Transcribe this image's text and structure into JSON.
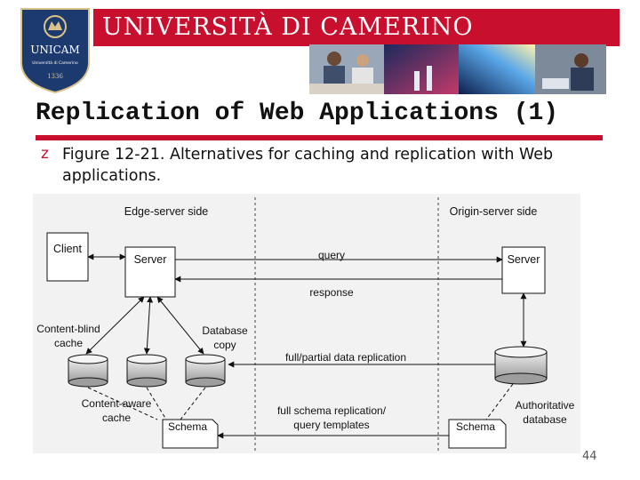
{
  "header": {
    "title": "UNIVERSITÀ DI CAMERINO",
    "logo_text": "UNICAM",
    "logo_subtext": "Università di Camerino",
    "logo_year": "1336",
    "accent_color": "#c8102e",
    "logo_color": "#1d3a6e"
  },
  "slide": {
    "title": "Replication of Web Applications (1)",
    "bullet_icon": "z-bullet-icon",
    "bullet_text": "Figure 12-21. Alternatives for caching and replication with Web applications.",
    "page_number": "44"
  },
  "figure": {
    "edge_side_label": "Edge-server side",
    "origin_side_label": "Origin-server side",
    "client_label": "Client",
    "edge_server_label": "Server",
    "origin_server_label": "Server",
    "query_label": "query",
    "response_label": "response",
    "content_blind_label_1": "Content-blind",
    "content_blind_label_2": "cache",
    "database_copy_label_1": "Database",
    "database_copy_label_2": "copy",
    "replication_label": "full/partial data replication",
    "content_aware_label_1": "Content-aware",
    "content_aware_label_2": "cache",
    "schema_edge_label": "Schema",
    "schema_origin_label": "Schema",
    "schema_replication_label_1": "full schema replication/",
    "schema_replication_label_2": "query templates",
    "authoritative_label_1": "Authoritative",
    "authoritative_label_2": "database"
  }
}
